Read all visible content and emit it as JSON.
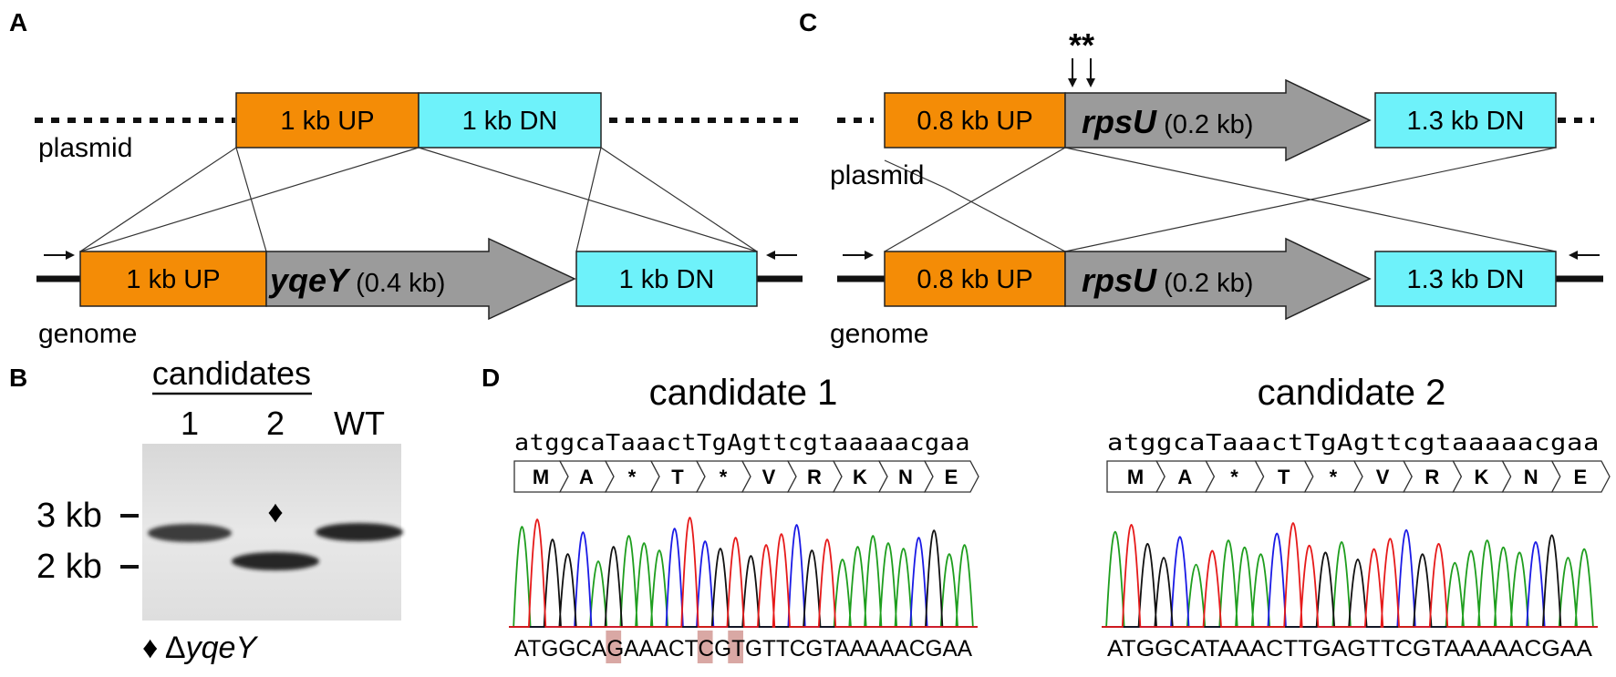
{
  "panels": {
    "a": "A",
    "b": "B",
    "c": "C",
    "d": "D"
  },
  "panel_a": {
    "plasmid_label": "plasmid",
    "genome_label": "genome",
    "plasmid_up": "1 kb UP",
    "plasmid_dn": "1 kb DN",
    "genome_up": "1 kb UP",
    "gene_name": "yqeY",
    "gene_size": " (0.4 kb)",
    "genome_dn": "1 kb DN"
  },
  "panel_c": {
    "mutation_marks": "**",
    "plasmid_label": "plasmid",
    "genome_label": "genome",
    "plasmid_up": "0.8 kb UP",
    "plasmid_gene_name": "rpsU",
    "plasmid_gene_size": " (0.2 kb)",
    "plasmid_dn": "1.3 kb DN",
    "genome_up": "0.8 kb UP",
    "genome_gene_name": "rpsU",
    "genome_gene_size": " (0.2 kb)",
    "genome_dn": "1.3 kb DN"
  },
  "panel_b": {
    "candidates_label": "candidates",
    "lanes": [
      "1",
      "2",
      "WT"
    ],
    "marker_3kb": "3 kb",
    "marker_2kb": "2 kb",
    "diamond": "♦",
    "legend_symbol": "♦ Δ",
    "legend_gene": "yqeY"
  },
  "panel_d": {
    "candidates": [
      {
        "title": "candidate 1",
        "reference": "atggcaTaaactTgAgttcgtaaaaacgaa",
        "amino_acids": [
          "M",
          "A",
          "*",
          "T",
          "*",
          "V",
          "R",
          "K",
          "N",
          "E"
        ],
        "read": "ATGGCAGAAACTCGTGTTCGTAAAAACGAA",
        "highlighted_positions": [
          6,
          12,
          14
        ]
      },
      {
        "title": "candidate 2",
        "reference": "atggcaTaaactTgAgttcgtaaaaacgaa",
        "amino_acids": [
          "M",
          "A",
          "*",
          "T",
          "*",
          "V",
          "R",
          "K",
          "N",
          "E"
        ],
        "read": "ATGGCATAAACTTGAGTTCGTAAAAACGAA",
        "highlighted_positions": []
      }
    ]
  },
  "colors": {
    "up_region": "#F48C06",
    "dn_region": "#6EF2FA",
    "gene_region": "#9B9B9B",
    "trace_a": "#1E9E1E",
    "trace_c": "#1A1AE6",
    "trace_g": "#111111",
    "trace_t": "#E61A1A",
    "highlight": "#D9A8A4",
    "gel_background": "#E6E6E6"
  }
}
